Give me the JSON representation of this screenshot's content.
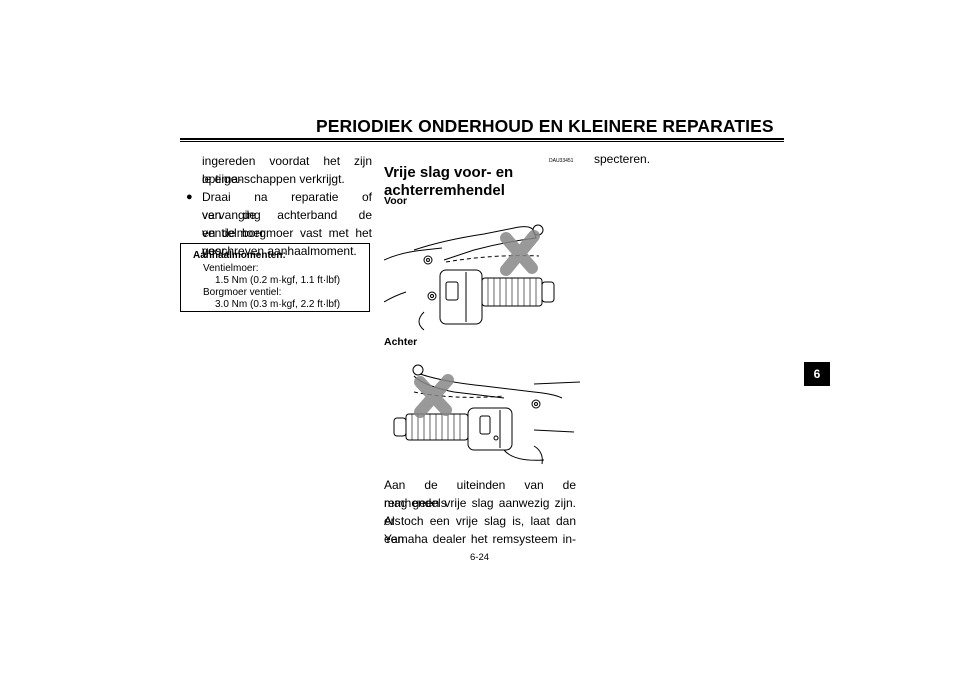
{
  "header": {
    "title": "PERIODIEK ONDERHOUD EN KLEINERE REPARATIES"
  },
  "left_column": {
    "continuation_lines": [
      "ingereden voordat het zijn optima-",
      "le eigenschappen verkrijgt."
    ],
    "bullet_symbol": "●",
    "bullet_lines": [
      "Draai na reparatie of vervanging",
      "van de achterband de ventielmoer",
      "en de borgmoer vast met het voor-",
      "geschreven aanhaalmoment."
    ],
    "torque_box": {
      "title": "Aanhaalmomenten:",
      "item1_label": "Ventielmoer:",
      "item1_value": "1.5 Nm (0.2 m·kgf, 1.1 ft·lbf)",
      "item2_label": "Borgmoer ventiel:",
      "item2_value": "3.0 Nm (0.3 m·kgf, 2.2 ft·lbf)"
    }
  },
  "middle_column": {
    "code": "DAU33451",
    "section_title_line1": "Vrije slag voor- en",
    "section_title_line2": "achterremhendel",
    "front_label": "Voor",
    "rear_label": "Achter",
    "body_lines": [
      "Aan de uiteinden van de remhendels",
      "mag geen vrije slag aanwezig zijn. Als",
      "er toch een vrije slag is, laat dan een",
      "Yamaha dealer het remsysteem in-"
    ]
  },
  "right_column": {
    "text": "specteren."
  },
  "footer": {
    "page_number": "6-24"
  },
  "chapter_tab": {
    "label": "6"
  }
}
